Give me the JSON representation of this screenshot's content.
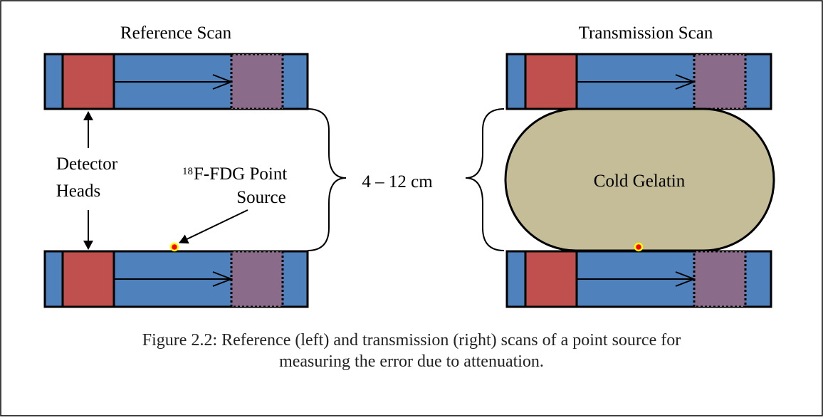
{
  "colors": {
    "track": "#4F81BD",
    "detector": "#C0504D",
    "detector_end": "#8A6C8A",
    "phantom": "#C4BD97",
    "source_fill": "#FF0000",
    "source_ring": "#FFFF00"
  },
  "left_panel": {
    "title": "Reference Scan",
    "detector_label_line1": "Detector",
    "detector_label_line2": "Heads",
    "source_label_sup": "18",
    "source_label_line1": "F-FDG Point",
    "source_label_line2": "Source"
  },
  "spacing_label": "4 – 12 cm",
  "right_panel": {
    "title": "Transmission Scan",
    "phantom_label": "Cold Gelatin"
  },
  "caption": {
    "line1": "Figure 2.2: Reference (left) and transmission (right) scans of a point source for",
    "line2": "measuring the error due to attenuation."
  }
}
